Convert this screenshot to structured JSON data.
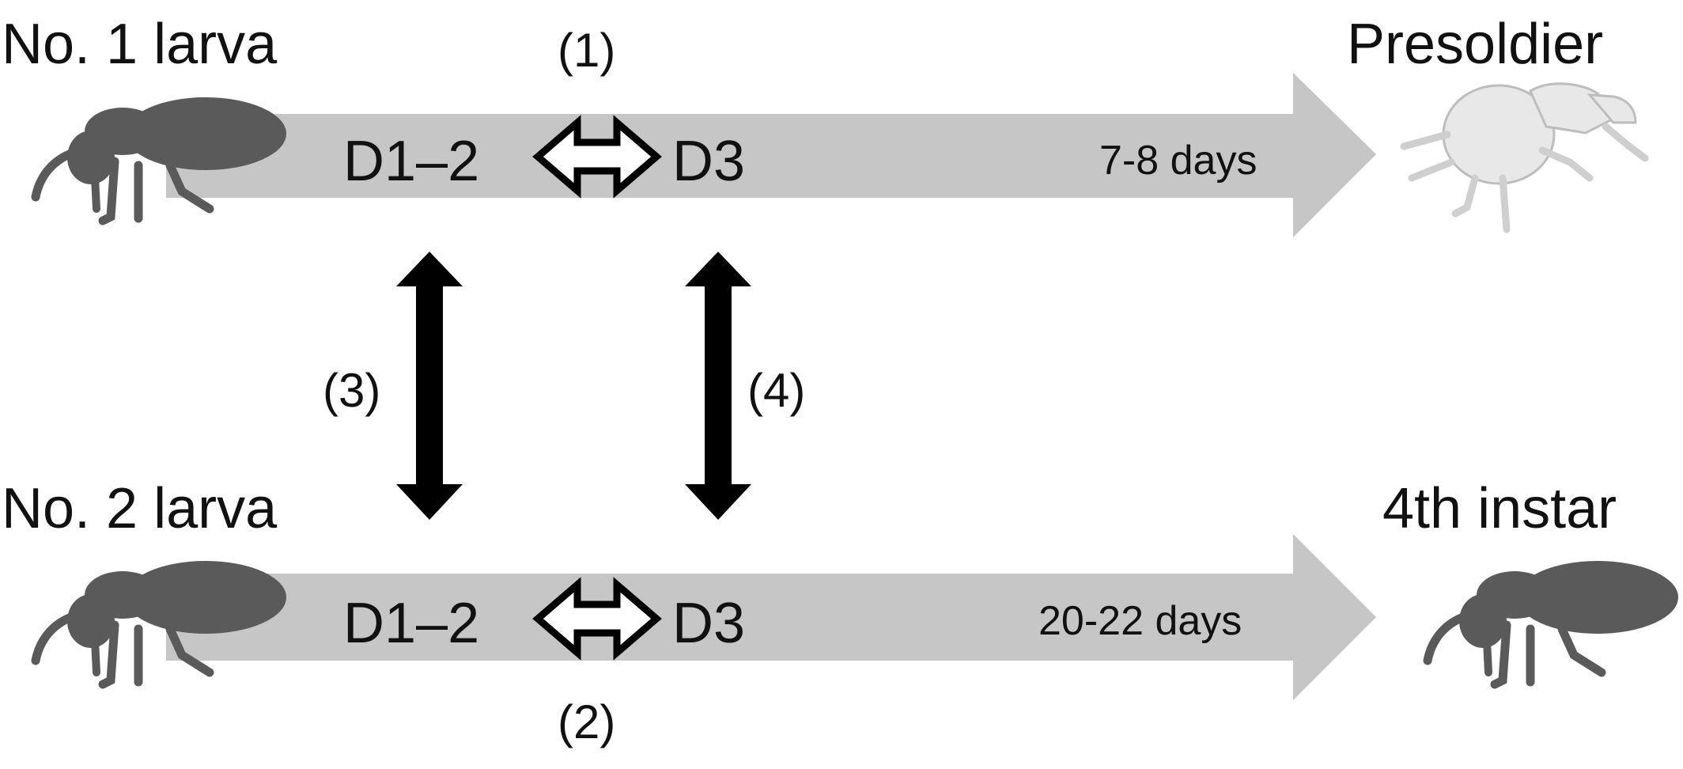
{
  "colors": {
    "timeline_arrow": "#c6c6c6",
    "larva_silhouette": "#5a5a5a",
    "presoldier_silhouette": "#e8e8e8",
    "presoldier_outline": "#bdbdbd",
    "comparison_arrow": "#000000",
    "text": "#111111"
  },
  "rows": [
    {
      "start_label": "No. 1 larva",
      "end_label": "Presoldier",
      "early_day_label": "D1–2",
      "late_day_label": "D3",
      "duration_label": "7-8 days",
      "start_icon": "termite-larva-silhouette-icon",
      "end_icon": "termite-presoldier-silhouette-icon"
    },
    {
      "start_label": "No. 2 larva",
      "end_label": "4th instar",
      "early_day_label": "D1–2",
      "late_day_label": "D3",
      "duration_label": "20-22 days",
      "start_icon": "termite-larva-silhouette-icon",
      "end_icon": "termite-larva-silhouette-icon"
    }
  ],
  "comparisons": [
    {
      "label": "(1)",
      "type": "within-row",
      "icon": "double-arrow-outline-icon"
    },
    {
      "label": "(2)",
      "type": "within-row",
      "icon": "double-arrow-outline-icon"
    },
    {
      "label": "(3)",
      "type": "between-rows-early",
      "icon": "double-arrow-solid-icon"
    },
    {
      "label": "(4)",
      "type": "between-rows-late",
      "icon": "double-arrow-solid-icon"
    }
  ]
}
